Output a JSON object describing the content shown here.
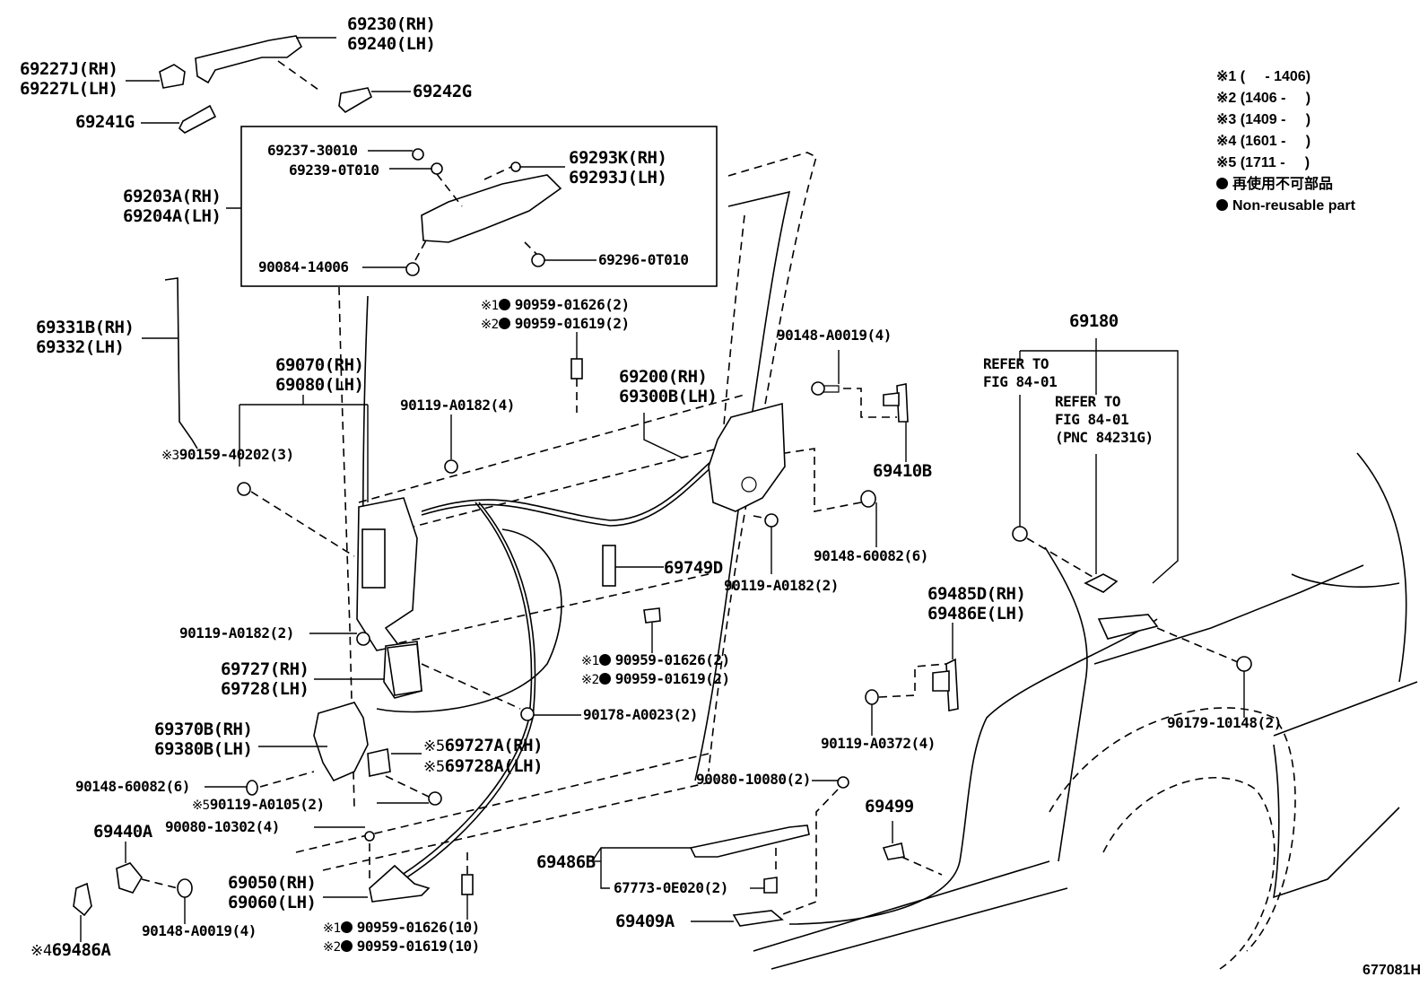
{
  "diagram": {
    "title_code": "677081H",
    "legend": {
      "notes": [
        {
          "mark": "※1",
          "range": "(     - 1406)"
        },
        {
          "mark": "※2",
          "range": "(1406 -     )"
        },
        {
          "mark": "※3",
          "range": "(1409 -     )"
        },
        {
          "mark": "※4",
          "range": "(1601 -     )"
        },
        {
          "mark": "※5",
          "range": "(1711 -     )"
        }
      ],
      "non_reusable_jp": "再使用不可部品",
      "non_reusable_en": "Non-reusable part"
    },
    "labels": {
      "p69230": {
        "line1": "69230(RH)",
        "line2": "69240(LH)"
      },
      "p69227": {
        "line1": "69227J(RH)",
        "line2": "69227L(LH)"
      },
      "p69242G": "69242G",
      "p69241G": "69241G",
      "p69237": "69237-30010",
      "p69239": "69239-0T010",
      "p69293": {
        "line1": "69293K(RH)",
        "line2": "69293J(LH)"
      },
      "p69203": {
        "line1": "69203A(RH)",
        "line2": "69204A(LH)"
      },
      "p90084": "90084-14006",
      "p69296": "69296-0T010",
      "p69331": {
        "line1": "69331B(RH)",
        "line2": "69332(LH)"
      },
      "p90959_top": {
        "line1_mark": "※1",
        "line1": "90959-01626(2)",
        "line2_mark": "※2",
        "line2": "90959-01619(2)"
      },
      "p69070": {
        "line1": "69070(RH)",
        "line2": "69080(LH)"
      },
      "p90119_4": "90119-A0182(4)",
      "p69200": {
        "line1": "69200(RH)",
        "line2": "69300B(LH)"
      },
      "p90148_a0019_top": "90148-A0019(4)",
      "p69410B": "69410B",
      "p69180": "69180",
      "refer1": {
        "line1": "REFER TO",
        "line2": "FIG 84-01"
      },
      "refer2": {
        "line1": "REFER TO",
        "line2": "FIG 84-01",
        "line3": "(PNC 84231G)"
      },
      "p90159": {
        "mark": "※3",
        "text": "90159-40202(3)"
      },
      "p90148_60082_right": "90148-60082(6)",
      "p69749D": "69749D",
      "p90119_2_right": "90119-A0182(2)",
      "p69485": {
        "line1": "69485D(RH)",
        "line2": "69486E(LH)"
      },
      "p90119_2_left": "90119-A0182(2)",
      "p90959_mid": {
        "line1_mark": "※1",
        "line1": "90959-01626(2)",
        "line2_mark": "※2",
        "line2": "90959-01619(2)"
      },
      "p69727": {
        "line1": "69727(RH)",
        "line2": "69728(LH)"
      },
      "p90178": "90178-A0023(2)",
      "p90179": "90179-10148(2)",
      "p69370": {
        "line1": "69370B(RH)",
        "line2": "69380B(LH)"
      },
      "p69727A": {
        "line1_mark": "※5",
        "line1": "69727A(RH)",
        "line2_mark": "※5",
        "line2": "69728A(LH)"
      },
      "p90119_a0372": "90119-A0372(4)",
      "p90148_60082_left": "90148-60082(6)",
      "p90119_a0105": {
        "mark": "※5",
        "text": "90119-A0105(2)"
      },
      "p90080_10080": "90080-10080(2)",
      "p69499": "69499",
      "p90080_10302": "90080-10302(4)",
      "p69440A": "69440A",
      "p69486B": "69486B",
      "p69050": {
        "line1": "69050(RH)",
        "line2": "69060(LH)"
      },
      "p67773": "67773-0E020(2)",
      "p90148_a0019_bottom": "90148-A0019(4)",
      "p69409A": "69409A",
      "p90959_bottom": {
        "line1_mark": "※1",
        "line1": "90959-01626(10)",
        "line2_mark": "※2",
        "line2": "90959-01619(10)"
      },
      "p69486A": {
        "mark": "※4",
        "text": "69486A"
      }
    }
  }
}
